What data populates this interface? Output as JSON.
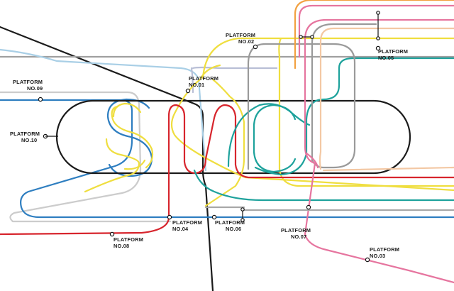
{
  "platforms": [
    {
      "line1": "PLATFORM",
      "line2": "NO.01"
    },
    {
      "line1": "PLATFORM",
      "line2": "NO.02"
    },
    {
      "line1": "PLATFORM",
      "line2": "NO.03"
    },
    {
      "line1": "PLATFORM",
      "line2": "NO.04"
    },
    {
      "line1": "PLATFORM",
      "line2": "NO.05"
    },
    {
      "line1": "PLATFORM",
      "line2": "NO.06"
    },
    {
      "line1": "PLATFORM",
      "line2": "NO.07"
    },
    {
      "line1": "PLATFORM",
      "line2": "NO.08"
    },
    {
      "line1": "PLATFORM",
      "line2": "NO.09"
    },
    {
      "line1": "PLATFORM",
      "line2": "NO.10"
    }
  ],
  "colors": {
    "black": "#1b1b1b",
    "grey": "#8f8f8f",
    "light_grey": "#c8c8c8",
    "light_blue": "#a9cfe6",
    "lavender": "#b7bfd6",
    "yellow": "#f0e04a",
    "red": "#d7252d",
    "blue": "#2e7ec0",
    "teal": "#1ea29c",
    "pink": "#e6759f",
    "peach": "#f3c8a4",
    "orange": "#f2a141"
  }
}
